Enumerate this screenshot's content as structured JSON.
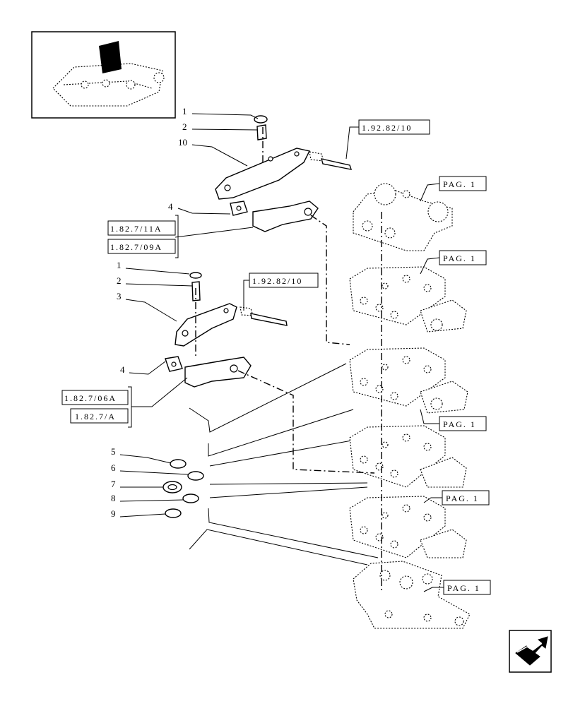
{
  "callouts": {
    "c1a": "1",
    "c2a": "2",
    "c10": "10",
    "c4a": "4",
    "c1b": "1",
    "c2b": "2",
    "c3": "3",
    "c4b": "4",
    "c5": "5",
    "c6": "6",
    "c7": "7",
    "c8": "8",
    "c9": "9"
  },
  "refs": {
    "ref_top": "1.92.82/10",
    "ref_mid": "1.92.82/10",
    "ref_11a": "1.82.7/11A",
    "ref_09a": "1.82.7/09A",
    "ref_06a": "1.82.7/06A",
    "ref_7a": "1.82.7/A"
  },
  "pag_labels": [
    "PAG. 1",
    "PAG. 1",
    "PAG. 1",
    "PAG. 1",
    "PAG. 1"
  ],
  "nav": {
    "icon": "next-page-arrow-icon"
  }
}
